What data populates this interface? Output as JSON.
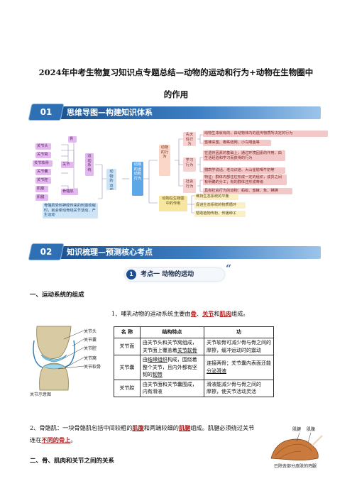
{
  "title": {
    "line1": "2024年中考生物复习知识点专题总结—动物的运动和行为+动物在生物圈中",
    "line2": "的作用"
  },
  "banner1": {
    "num": "01",
    "text": "思维导图—构建知识体系"
  },
  "banner2": {
    "num": "02",
    "text": "知识梳理—预测核心考点"
  },
  "mindmap": {
    "left": {
      "bone": "骨",
      "joint_parts": [
        "关节头",
        "关节窝",
        "关节软骨",
        "关节囊",
        "关节腔"
      ],
      "joint": "关节",
      "muscle_parts": [
        "肌腹",
        "肌腱"
      ],
      "muscle": "骨骼肌",
      "motor_system": "运动系统",
      "stimulus": "骨骼肌受到神经传来的刺激收缩时，就会牵动骨绕关节活动，产生运动"
    },
    "center1": "动物的运动",
    "center2": "动物的运动和行为",
    "behavior": "动物的行为",
    "innate": "先天性行为",
    "innate_items": [
      "动物生来就有的，由动物体内的遗传物质所决定的行为",
      "蜜蜂采蜜、蜘蛛结网、小鸟喂鱼等"
    ],
    "learned": "学习行为",
    "learned_items": [
      "在遗传因素的基础上，通过环境因素的作用，由生活经验和学习而获得的行为",
      "鹦鹉学说话、老马识途、大山雀偷喝牛奶等"
    ],
    "social": "社会行为",
    "social_items": [
      "特征：群体内部往往形成一定的组织，成员之间有明确的分工；有的群体还形成等级",
      "具有社会行为的动物：蚂蚁、蜜蜂、象、狒狒"
    ],
    "role": "动物在生物圈中的作用",
    "role_items": [
      "维持生态系统的平衡",
      "促进生态系统的物质循环",
      "帮助植物传粉、传播种子"
    ]
  },
  "topic": {
    "num": "1",
    "text": "考点一   动物的运动",
    "quote": "“"
  },
  "section1": "一、运动系统的组成",
  "intro": {
    "pre": "1、哺乳动物的运动系统主要由",
    "b1": "骨",
    "sep1": "、",
    "b2": "关节",
    "sep2": "和",
    "b3": "肌肉",
    "post": "组成。"
  },
  "joint_figure": {
    "labels": [
      "关节头",
      "关节囊",
      "关节腔",
      "关节窝",
      "关节软骨"
    ],
    "caption": "关节示意图"
  },
  "table": {
    "headers": [
      "名  称",
      "结构特点",
      "功"
    ],
    "rows": [
      {
        "name": "关节面",
        "feat_pre": "由关节头和关节窝组成，关节面上覆盖着",
        "feat_ul": "关节软骨",
        "func1": "关节软骨可减少骨与骨之间的",
        "func2": "摩擦，缓冲运动时的震动"
      },
      {
        "name": "关节囊",
        "feat_pre": "由",
        "feat_ul": "结缔组织",
        "feat_mid": "构成，围绕着整个关节，且内外都有坚韧的",
        "feat_ul2": "韧带",
        "func1": "连接两骨；关节囊内表面还能",
        "func2": "分泌滑液"
      },
      {
        "name": "关节腔",
        "feat_pre": "由关节面和关节囊围成，内有滑液",
        "func1": "滑液能减少骨与骨之间的",
        "func2": "摩擦，使关节活动灵活"
      }
    ]
  },
  "bone_para": {
    "pre": "2、骨骼肌：一块骨骼肌包括中间较粗的",
    "b1": "肌腹",
    "mid": "和两端较细的",
    "b2": "肌腱",
    "post": "组成。肌腱必须绕过关节",
    "line2_pre": "连在",
    "b3": "不同的骨上",
    "line2_post": "。"
  },
  "muscle_figure": {
    "labels": [
      "肌腱",
      "肌腹"
    ],
    "caption": "已除去部分皮肤的鸡腿"
  },
  "section2": "二、骨、肌肉和关节之间的关系"
}
